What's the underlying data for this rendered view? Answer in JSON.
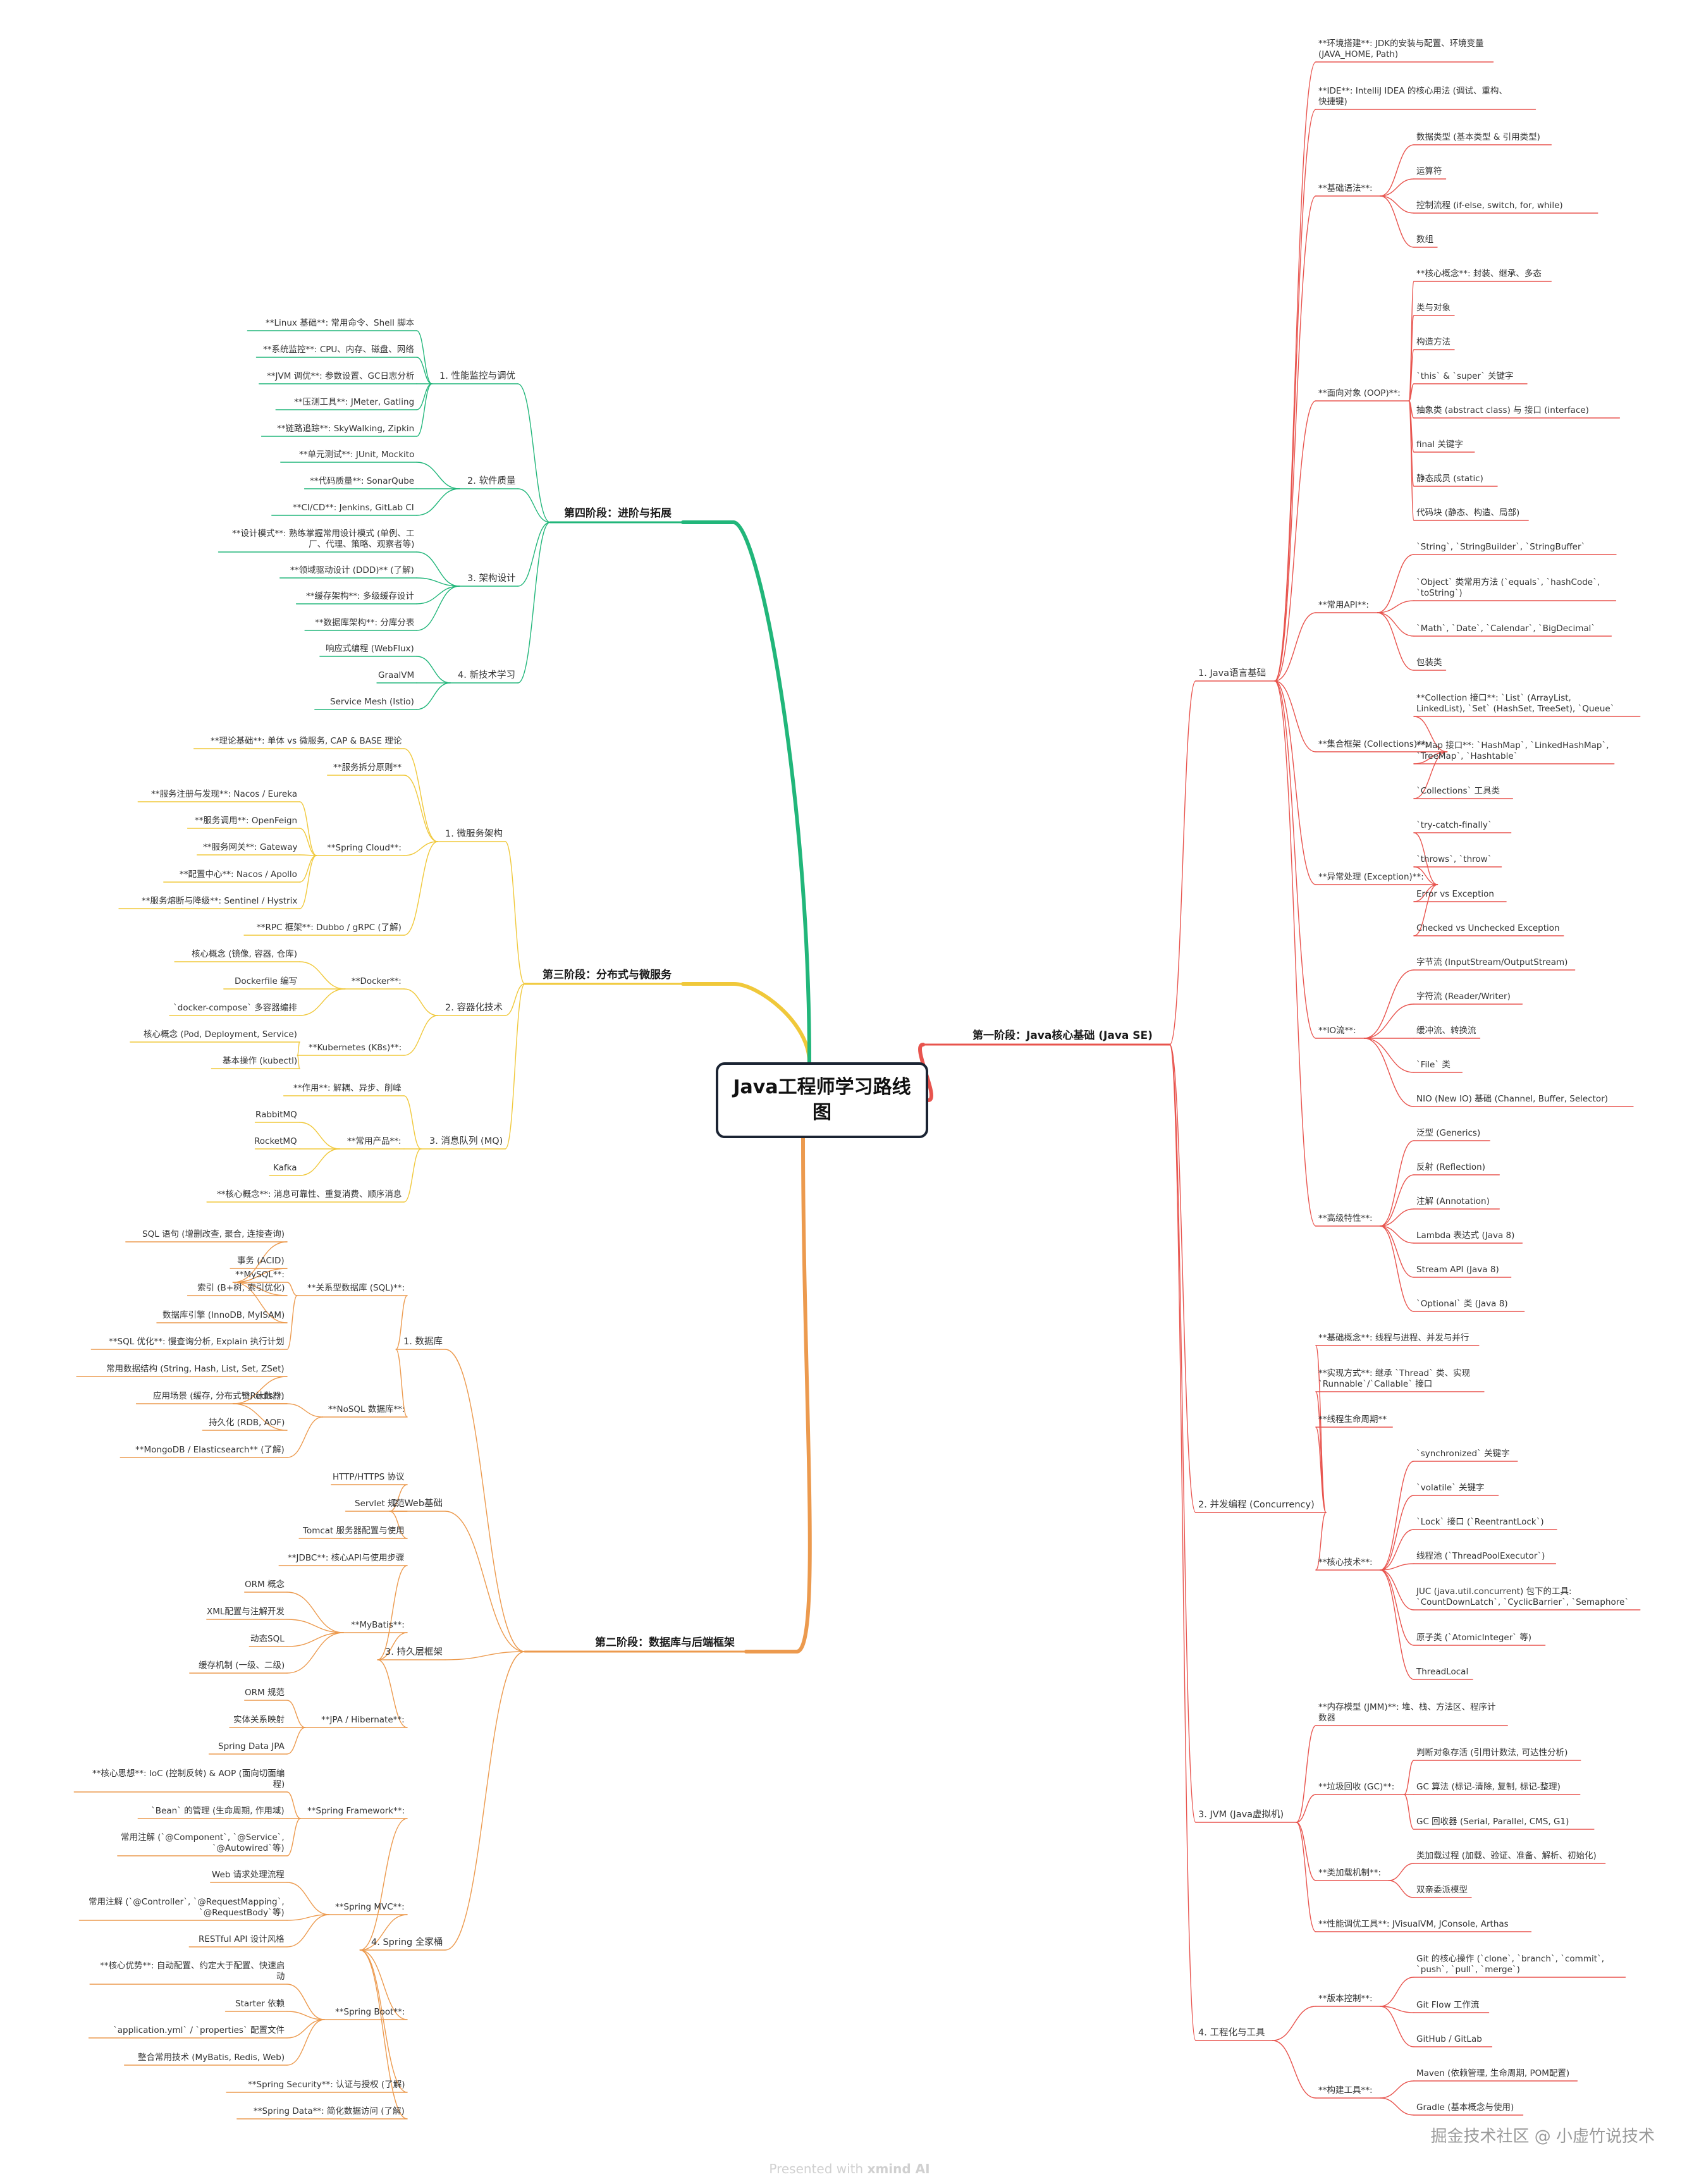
{
  "root": {
    "title": "Java工程师学习路线\n图"
  },
  "watermark": "掘金技术社区 @ 小虚竹说技术",
  "footer": {
    "prefix": "Presented with",
    "brand": "xmind AI"
  },
  "colors": {
    "stage1": "#e8544e",
    "stage2": "#ec9a4e",
    "stage3": "#f0c83a",
    "stage4": "#21b67a",
    "root_border": "#1b2433"
  },
  "branches": [
    {
      "label": "第一阶段：Java核心基础 (Java SE)",
      "side": "right",
      "color": "#e8544e",
      "children": [
        {
          "label": "1. Java语言基础",
          "children": [
            {
              "label": "**环境搭建**: JDK的安装与配置、环境变量\n(JAVA_HOME, Path)"
            },
            {
              "label": "**IDE**: IntelliJ IDEA 的核心用法 (调试、重构、\n快捷键)"
            },
            {
              "label": "**基础语法**:",
              "children": [
                {
                  "label": "数据类型 (基本类型 & 引用类型)"
                },
                {
                  "label": "运算符"
                },
                {
                  "label": "控制流程 (if-else, switch, for, while)"
                },
                {
                  "label": "数组"
                }
              ]
            },
            {
              "label": "**面向对象 (OOP)**:",
              "children": [
                {
                  "label": "**核心概念**: 封装、继承、多态"
                },
                {
                  "label": "类与对象"
                },
                {
                  "label": "构造方法"
                },
                {
                  "label": "`this` & `super` 关键字"
                },
                {
                  "label": "抽象类 (abstract class) 与 接口 (interface)"
                },
                {
                  "label": "final 关键字"
                },
                {
                  "label": "静态成员 (static)"
                },
                {
                  "label": "代码块 (静态、构造、局部)"
                }
              ]
            },
            {
              "label": "**常用API**:",
              "children": [
                {
                  "label": "`String`, `StringBuilder`, `StringBuffer`"
                },
                {
                  "label": "`Object` 类常用方法 (`equals`, `hashCode`,\n`toString`)"
                },
                {
                  "label": "`Math`, `Date`, `Calendar`, `BigDecimal`"
                },
                {
                  "label": "包装类"
                }
              ]
            },
            {
              "label": "**集合框架 (Collections)**:",
              "children": [
                {
                  "label": "**Collection 接口**: `List` (ArrayList,\nLinkedList), `Set` (HashSet, TreeSet), `Queue`"
                },
                {
                  "label": "**Map 接口**: `HashMap`, `LinkedHashMap`,\n`TreeMap`, `Hashtable`"
                },
                {
                  "label": "`Collections` 工具类"
                }
              ]
            },
            {
              "label": "**异常处理 (Exception)**:",
              "children": [
                {
                  "label": "`try-catch-finally`"
                },
                {
                  "label": "`throws`, `throw`"
                },
                {
                  "label": "Error vs Exception"
                },
                {
                  "label": "Checked vs Unchecked Exception"
                }
              ]
            },
            {
              "label": "**IO流**:",
              "children": [
                {
                  "label": "字节流 (InputStream/OutputStream)"
                },
                {
                  "label": "字符流 (Reader/Writer)"
                },
                {
                  "label": "缓冲流、转换流"
                },
                {
                  "label": "`File` 类"
                },
                {
                  "label": "NIO (New IO) 基础 (Channel, Buffer, Selector)"
                }
              ]
            },
            {
              "label": "**高级特性**:",
              "children": [
                {
                  "label": "泛型 (Generics)"
                },
                {
                  "label": "反射 (Reflection)"
                },
                {
                  "label": "注解 (Annotation)"
                },
                {
                  "label": "Lambda 表达式 (Java 8)"
                },
                {
                  "label": "Stream API (Java 8)"
                },
                {
                  "label": "`Optional` 类 (Java 8)"
                }
              ]
            }
          ]
        },
        {
          "label": "2. 并发编程 (Concurrency)",
          "children": [
            {
              "label": "**基础概念**: 线程与进程、并发与并行"
            },
            {
              "label": "**实现方式**: 继承 `Thread` 类、实现\n`Runnable`/`Callable` 接口"
            },
            {
              "label": "**线程生命周期**"
            },
            {
              "label": "**核心技术**:",
              "children": [
                {
                  "label": "`synchronized` 关键字"
                },
                {
                  "label": "`volatile` 关键字"
                },
                {
                  "label": "`Lock` 接口 (`ReentrantLock`)"
                },
                {
                  "label": "线程池 (`ThreadPoolExecutor`)"
                },
                {
                  "label": "JUC (java.util.concurrent) 包下的工具:\n`CountDownLatch`, `CyclicBarrier`, `Semaphore`"
                },
                {
                  "label": "原子类 (`AtomicInteger` 等)"
                },
                {
                  "label": "ThreadLocal"
                }
              ]
            }
          ]
        },
        {
          "label": "3. JVM (Java虚拟机)",
          "children": [
            {
              "label": "**内存模型 (JMM)**: 堆、栈、方法区、程序计\n数器"
            },
            {
              "label": "**垃圾回收 (GC)**:",
              "children": [
                {
                  "label": "判断对象存活 (引用计数法, 可达性分析)"
                },
                {
                  "label": "GC 算法 (标记-清除, 复制, 标记-整理)"
                },
                {
                  "label": "GC 回收器 (Serial, Parallel, CMS, G1)"
                }
              ]
            },
            {
              "label": "**类加载机制**:",
              "children": [
                {
                  "label": "类加载过程 (加载、验证、准备、解析、初始化)"
                },
                {
                  "label": "双亲委派模型"
                }
              ]
            },
            {
              "label": "**性能调优工具**: JVisualVM, JConsole, Arthas"
            }
          ]
        },
        {
          "label": "4. 工程化与工具",
          "children": [
            {
              "label": "**版本控制**:",
              "children": [
                {
                  "label": "Git 的核心操作 (`clone`, `branch`, `commit`,\n`push`, `pull`, `merge`)"
                },
                {
                  "label": "Git Flow 工作流"
                },
                {
                  "label": "GitHub / GitLab"
                }
              ]
            },
            {
              "label": "**构建工具**:",
              "children": [
                {
                  "label": "Maven (依赖管理, 生命周期, POM配置)"
                },
                {
                  "label": "Gradle (基本概念与使用)"
                }
              ]
            }
          ]
        }
      ]
    },
    {
      "label": "第二阶段：数据库与后端框架",
      "side": "left",
      "color": "#ec9a4e",
      "children": [
        {
          "label": "1. 数据库",
          "children": [
            {
              "label": "**关系型数据库 (SQL)**:",
              "children": [
                {
                  "label": "**MySQL**:",
                  "children": [
                    {
                      "label": "SQL 语句 (增删改查, 聚合, 连接查询)"
                    },
                    {
                      "label": "事务 (ACID)"
                    },
                    {
                      "label": "索引 (B+树, 索引优化)"
                    },
                    {
                      "label": "数据库引擎 (InnoDB, MyISAM)"
                    }
                  ]
                },
                {
                  "label": "**SQL 优化**: 慢查询分析, Explain 执行计划"
                }
              ]
            },
            {
              "label": "**NoSQL 数据库**:",
              "children": [
                {
                  "label": "**Redis**:",
                  "children": [
                    {
                      "label": "常用数据结构 (String, Hash, List, Set, ZSet)"
                    },
                    {
                      "label": "应用场景 (缓存, 分布式锁, 计数器)"
                    },
                    {
                      "label": "持久化 (RDB, AOF)"
                    }
                  ]
                },
                {
                  "label": "**MongoDB / Elasticsearch** (了解)"
                }
              ]
            }
          ]
        },
        {
          "label": "2. Web基础",
          "children": [
            {
              "label": "HTTP/HTTPS 协议"
            },
            {
              "label": "Servlet 规范"
            },
            {
              "label": "Tomcat 服务器配置与使用"
            }
          ]
        },
        {
          "label": "3. 持久层框架",
          "children": [
            {
              "label": "**JDBC**: 核心API与使用步骤"
            },
            {
              "label": "**MyBatis**:",
              "children": [
                {
                  "label": "ORM 概念"
                },
                {
                  "label": "XML配置与注解开发"
                },
                {
                  "label": "动态SQL"
                },
                {
                  "label": "缓存机制 (一级、二级)"
                }
              ]
            },
            {
              "label": "**JPA / Hibernate**:",
              "children": [
                {
                  "label": "ORM 规范"
                },
                {
                  "label": "实体关系映射"
                },
                {
                  "label": "Spring Data JPA"
                }
              ]
            }
          ]
        },
        {
          "label": "4. Spring 全家桶",
          "children": [
            {
              "label": "**Spring Framework**:",
              "children": [
                {
                  "label": "**核心思想**: IoC (控制反转) & AOP (面向切面编\n程)"
                },
                {
                  "label": "`Bean` 的管理 (生命周期, 作用域)"
                },
                {
                  "label": "常用注解 (`@Component`, `@Service`,\n`@Autowired`等)"
                }
              ]
            },
            {
              "label": "**Spring MVC**:",
              "children": [
                {
                  "label": "Web 请求处理流程"
                },
                {
                  "label": "常用注解 (`@Controller`, `@RequestMapping`,\n`@RequestBody`等)"
                },
                {
                  "label": "RESTful API 设计风格"
                }
              ]
            },
            {
              "label": "**Spring Boot**:",
              "children": [
                {
                  "label": "**核心优势**: 自动配置、约定大于配置、快速启\n动"
                },
                {
                  "label": "Starter 依赖"
                },
                {
                  "label": "`application.yml` / `properties` 配置文件"
                },
                {
                  "label": "整合常用技术 (MyBatis, Redis, Web)"
                }
              ]
            },
            {
              "label": "**Spring Security**: 认证与授权 (了解)"
            },
            {
              "label": "**Spring Data**: 简化数据访问 (了解)"
            }
          ]
        }
      ]
    },
    {
      "label": "第三阶段：分布式与微服务",
      "side": "left",
      "color": "#f0c83a",
      "children": [
        {
          "label": "1. 微服务架构",
          "children": [
            {
              "label": "**理论基础**: 单体 vs 微服务, CAP & BASE 理论"
            },
            {
              "label": "**服务拆分原则**"
            },
            {
              "label": "**Spring Cloud**:",
              "children": [
                {
                  "label": "**服务注册与发现**: Nacos / Eureka"
                },
                {
                  "label": "**服务调用**: OpenFeign"
                },
                {
                  "label": "**服务网关**: Gateway"
                },
                {
                  "label": "**配置中心**: Nacos / Apollo"
                },
                {
                  "label": "**服务熔断与降级**: Sentinel / Hystrix"
                }
              ]
            },
            {
              "label": "**RPC 框架**: Dubbo / gRPC (了解)"
            }
          ]
        },
        {
          "label": "2. 容器化技术",
          "children": [
            {
              "label": "**Docker**:",
              "children": [
                {
                  "label": "核心概念 (镜像, 容器, 仓库)"
                },
                {
                  "label": "Dockerfile 编写"
                },
                {
                  "label": "`docker-compose` 多容器编排"
                }
              ]
            },
            {
              "label": "**Kubernetes (K8s)**:",
              "children": [
                {
                  "label": "核心概念 (Pod, Deployment, Service)"
                },
                {
                  "label": "基本操作 (kubectl)"
                }
              ]
            }
          ]
        },
        {
          "label": "3. 消息队列 (MQ)",
          "children": [
            {
              "label": "**作用**: 解耦、异步、削峰"
            },
            {
              "label": "**常用产品**:",
              "children": [
                {
                  "label": "RabbitMQ"
                },
                {
                  "label": "RocketMQ"
                },
                {
                  "label": "Kafka"
                }
              ]
            },
            {
              "label": "**核心概念**: 消息可靠性、重复消费、顺序消息"
            }
          ]
        }
      ]
    },
    {
      "label": "第四阶段：进阶与拓展",
      "side": "left",
      "color": "#21b67a",
      "children": [
        {
          "label": "1. 性能监控与调优",
          "children": [
            {
              "label": "**Linux 基础**: 常用命令、Shell 脚本"
            },
            {
              "label": "**系统监控**: CPU、内存、磁盘、网络"
            },
            {
              "label": "**JVM 调优**: 参数设置、GC日志分析"
            },
            {
              "label": "**压测工具**: JMeter, Gatling"
            },
            {
              "label": "**链路追踪**: SkyWalking, Zipkin"
            }
          ]
        },
        {
          "label": "2. 软件质量",
          "children": [
            {
              "label": "**单元测试**: JUnit, Mockito"
            },
            {
              "label": "**代码质量**: SonarQube"
            },
            {
              "label": "**CI/CD**: Jenkins, GitLab CI"
            }
          ]
        },
        {
          "label": "3. 架构设计",
          "children": [
            {
              "label": "**设计模式**: 熟练掌握常用设计模式 (单例、工\n厂、代理、策略、观察者等)"
            },
            {
              "label": "**领域驱动设计 (DDD)** (了解)"
            },
            {
              "label": "**缓存架构**: 多级缓存设计"
            },
            {
              "label": "**数据库架构**: 分库分表"
            }
          ]
        },
        {
          "label": "4. 新技术学习",
          "children": [
            {
              "label": "响应式编程 (WebFlux)"
            },
            {
              "label": "GraalVM"
            },
            {
              "label": "Service Mesh (Istio)"
            }
          ]
        }
      ]
    }
  ]
}
